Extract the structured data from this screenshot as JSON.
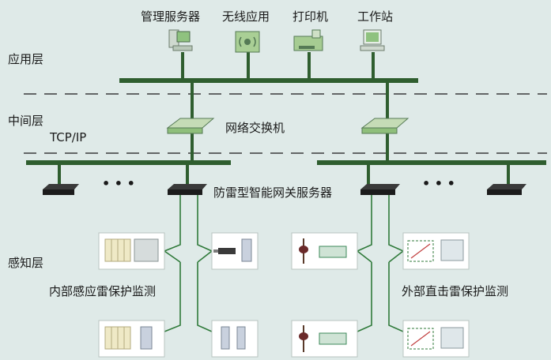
{
  "layers": {
    "application": "应用层",
    "middle": "中间层",
    "sensing": "感知层"
  },
  "protocol": "TCP/IP",
  "devices": {
    "server": "管理服务器",
    "wireless": "无线应用",
    "printer": "打印机",
    "workstation": "工作站",
    "switch": "网络交换机",
    "gateway": "防雷型智能网关服务器"
  },
  "monitoring": {
    "internal": "内部感应雷保护监测",
    "external": "外部直击雷保护监测"
  },
  "ellipsis": "• • •",
  "colors": {
    "background": "#dfeae8",
    "bus": "#2f5e2f",
    "panel": "#ffffff",
    "device_green": "#9ec98c",
    "dash": "#3a3a3a"
  }
}
